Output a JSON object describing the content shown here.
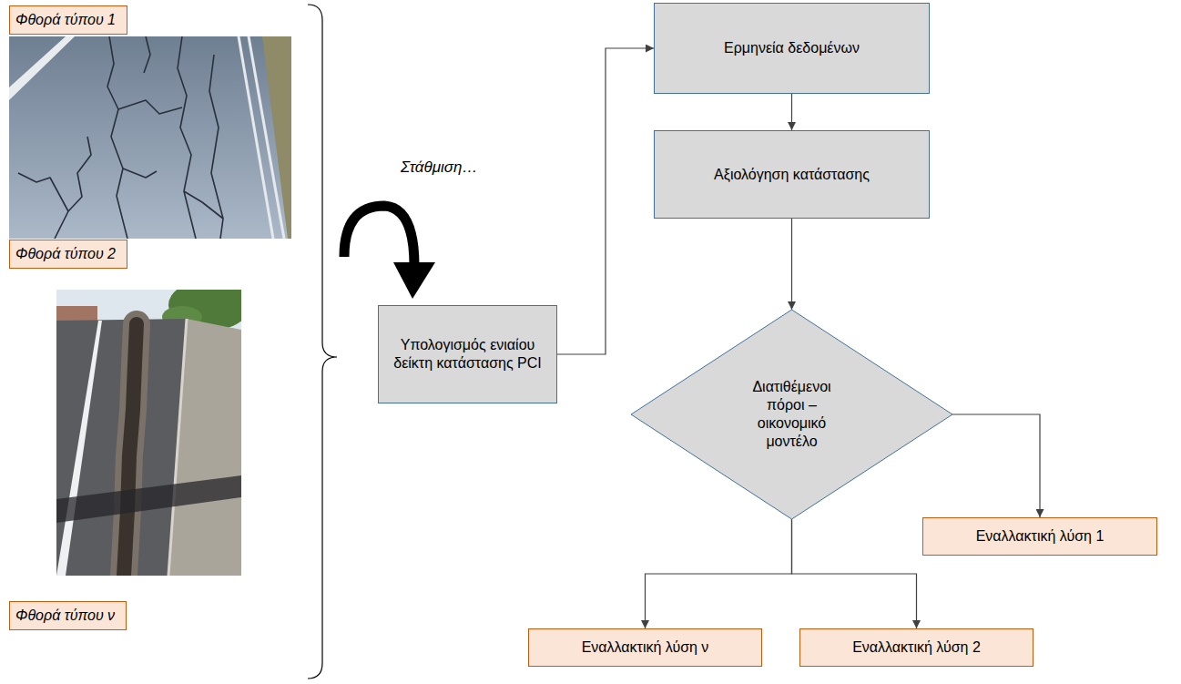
{
  "diagram": {
    "nodes": [
      {
        "text": [
          "Φθορά τύπου 1"
        ]
      },
      {
        "text": [
          "Φθορά τύπου 2"
        ]
      },
      {
        "text": [
          "Φθορά τύπου ν"
        ]
      },
      {
        "text": [
          "Υπολογισμός ενιαίου δείκτη κατάστασης PCI"
        ]
      },
      {
        "text": [
          "Ερμηνεία δεδομένων"
        ]
      },
      {
        "text": [
          "Αξιολόγηση κατάστασης"
        ]
      },
      {
        "text": [
          "Διατιθέμενοι πόροι – οικονομικό μοντέλο"
        ]
      },
      {
        "text": [
          "Εναλλακτική λύση 1"
        ]
      },
      {
        "text": [
          "Εναλλακτική λύση ν"
        ]
      },
      {
        "text": [
          "Εναλλακτική λύση 2"
        ]
      }
    ],
    "edges": [
      {
        "from": 3,
        "to": 4,
        "arrow": "to"
      },
      {
        "from": 4,
        "to": 5,
        "arrow": "to"
      },
      {
        "from": 5,
        "to": 6,
        "arrow": "to"
      },
      {
        "from": 6,
        "to": 7,
        "arrow": "to"
      },
      {
        "from": 6,
        "to": 8,
        "arrow": "to"
      },
      {
        "from": 6,
        "to": 9,
        "arrow": "to"
      }
    ],
    "labels": [
      "Στάθμιση…"
    ]
  }
}
